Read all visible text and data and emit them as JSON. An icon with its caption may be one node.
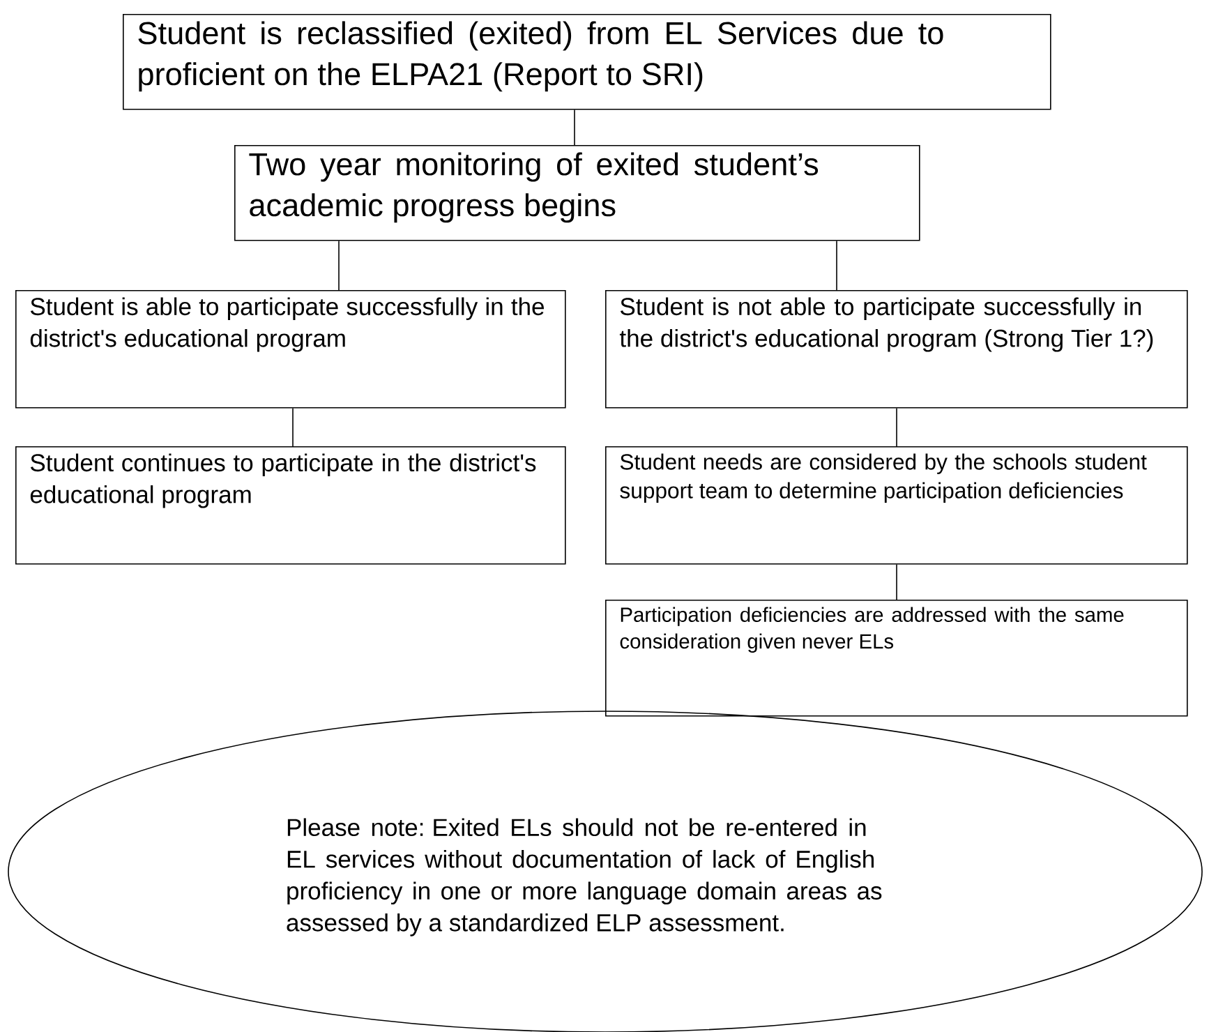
{
  "diagram": {
    "nodes": [
      {
        "text": [
          "Student is reclassified (exited) from EL Services due to proficient on the ELPA21 (Report to SRI)"
        ]
      },
      {
        "text": [
          "Two year monitoring of exited student’s academic progress begins"
        ]
      },
      {
        "text": [
          "Student is able to participate successfully in the district's educational program"
        ]
      },
      {
        "text": [
          "Student is not able to participate successfully in the district's educational program (Strong Tier 1?)"
        ]
      },
      {
        "text": [
          "Student continues to participate in the district's educational program"
        ]
      },
      {
        "text": [
          "Student needs are considered by the schools student support team to determine participation deficiencies"
        ]
      },
      {
        "text": [
          "Participation deficiencies are addressed with the same consideration given never ELs"
        ]
      },
      {
        "text": [
          "Please note:  Exited ELs should not be re-entered in EL services without documentation of lack of English proficiency in one or more language domain areas as assessed by a standardized ELP assessment."
        ]
      }
    ],
    "edges": [
      {
        "from": 0,
        "to": 1,
        "arrow": "none"
      },
      {
        "from": 1,
        "to": 2,
        "arrow": "none"
      },
      {
        "from": 1,
        "to": 3,
        "arrow": "none"
      },
      {
        "from": 2,
        "to": 4,
        "arrow": "none"
      },
      {
        "from": 3,
        "to": 5,
        "arrow": "none"
      },
      {
        "from": 5,
        "to": 6,
        "arrow": "none"
      }
    ]
  }
}
